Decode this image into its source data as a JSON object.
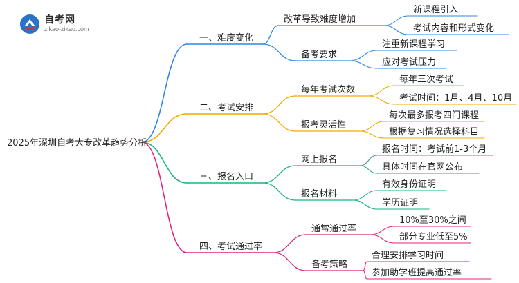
{
  "logo": {
    "title": "自考网",
    "subtitle": "zikao-zikao.com"
  },
  "root": "2025年深圳自考大专改革趋势分析",
  "colors": {
    "branch1": "#2f86e6",
    "branch2": "#f2a900",
    "branch3": "#17b384",
    "branch4": "#e0237f",
    "logo_blue": "#2b73c7",
    "logo_red": "#d9342b"
  },
  "branches": [
    {
      "label": "一、难度变化",
      "children": [
        {
          "label": "改革导致难度增加",
          "leaves": [
            "新课程引入",
            "考试内容和形式变化"
          ]
        },
        {
          "label": "备考要求",
          "leaves": [
            "注重新课程学习",
            "应对考试压力"
          ]
        }
      ]
    },
    {
      "label": "二、考试安排",
      "children": [
        {
          "label": "每年考试次数",
          "leaves": [
            "每年三次考试",
            "考试时间：1月、4月、10月"
          ]
        },
        {
          "label": "报考灵活性",
          "leaves": [
            "每次最多报考四门课程",
            "根据复习情况选择科目"
          ]
        }
      ]
    },
    {
      "label": "三、报名入口",
      "children": [
        {
          "label": "网上报名",
          "leaves": [
            "报名时间：考试前1-3个月",
            "具体时间在官网公布"
          ]
        },
        {
          "label": "报名材料",
          "leaves": [
            "有效身份证明",
            "学历证明"
          ]
        }
      ]
    },
    {
      "label": "四、考试通过率",
      "children": [
        {
          "label": "通常通过率",
          "leaves": [
            "10%至30%之间",
            "部分专业低至5%"
          ]
        },
        {
          "label": "备考策略",
          "leaves": [
            "合理安排学习时间",
            "参加助学班提高通过率"
          ]
        }
      ]
    }
  ]
}
